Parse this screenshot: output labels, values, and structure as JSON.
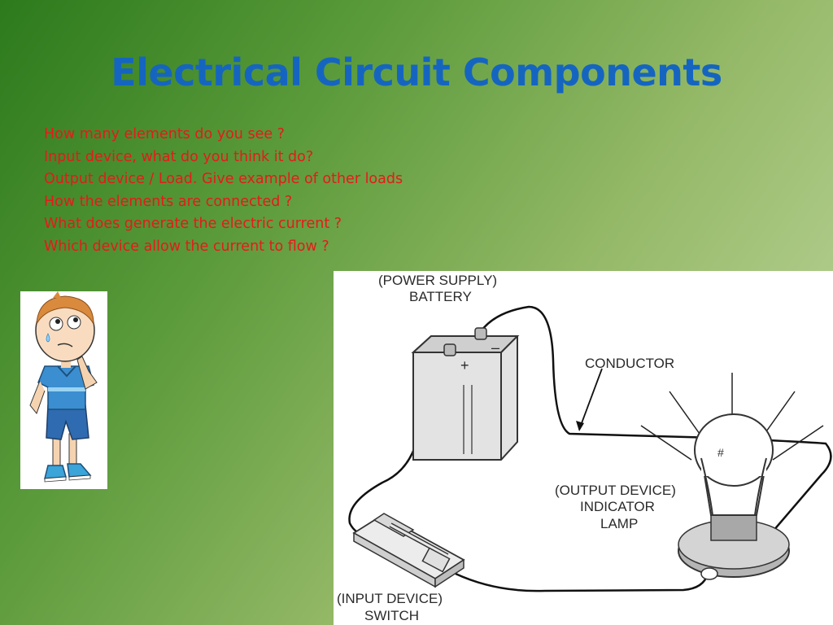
{
  "slide": {
    "title": "Electrical Circuit Components",
    "questions": [
      "How many elements do you see ?",
      "Input device, what do you think it do?",
      "Output device / Load. Give example of other loads",
      "How the elements are connected ?",
      "What does generate the electric current ?",
      "Which device allow the current to flow ?"
    ]
  },
  "diagram": {
    "battery_label_1": "(POWER SUPPLY)",
    "battery_label_2": "BATTERY",
    "conductor_label": "CONDUCTOR",
    "lamp_label_1": "(OUTPUT DEVICE)",
    "lamp_label_2": "INDICATOR",
    "lamp_label_3": "LAMP",
    "switch_label_1": "(INPUT DEVICE)",
    "switch_label_2": "SWITCH",
    "plus_sign": "+",
    "minus_sign": "–"
  },
  "colors": {
    "title": "#1565c0",
    "questions": "#e61a1a",
    "background_start": "#2c7a1c",
    "background_end": "#c6dba6"
  }
}
